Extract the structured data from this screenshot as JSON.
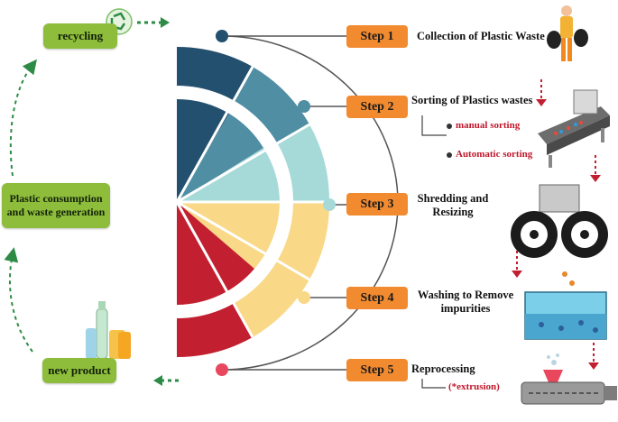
{
  "cycle": {
    "recycling": "recycling",
    "consumption": "Plastic consumption and waste generation",
    "new_product": "new product"
  },
  "steps": [
    {
      "label": "Step 1",
      "title": "Collection of Plastic Waste"
    },
    {
      "label": "Step 2",
      "title": "Sorting of Plastics wastes",
      "subs": [
        "manual sorting",
        "Automatic sorting"
      ]
    },
    {
      "label": "Step 3",
      "title": "Shredding and Resizing"
    },
    {
      "label": "Step 4",
      "title": "Washing to Remove impurities"
    },
    {
      "label": "Step 5",
      "title": "Reprocessing",
      "subs": [
        "(*extrusion)"
      ]
    }
  ],
  "colors": {
    "step_box": "#f28a30",
    "cycle_box": "#8dbd3a",
    "dark_navy": "#23506f",
    "teal": "#4f8ea3",
    "light_teal": "#a6dad9",
    "yellow": "#f9d988",
    "red": "#c21f30",
    "dashed_arrow": "#2e8b46"
  },
  "icons": [
    "recycle-icon",
    "worker-with-bags-icon",
    "sorting-machine-icon",
    "shredder-gears-icon",
    "washing-tank-icon",
    "extruder-icon",
    "bottles-icon"
  ]
}
